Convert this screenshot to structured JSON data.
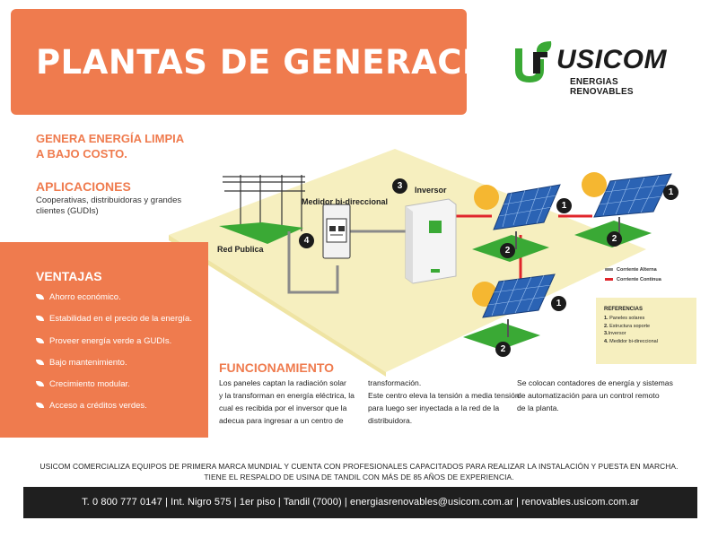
{
  "banner": {
    "title": "PLANTAS DE GENERACIÓN"
  },
  "logo": {
    "name": "USICOM",
    "subtitle": "ENERGIAS RENOVABLES"
  },
  "tagline": {
    "line1": "GENERA ENERGÍA LIMPIA",
    "line2": "A BAJO COSTO."
  },
  "aplicaciones": {
    "title": "APLICACIONES",
    "text": "Cooperativas, distribuidoras y grandes clientes (GUDIs)"
  },
  "ventajas": {
    "title": "VENTAJAS",
    "items": [
      "Ahorro económico.",
      "Estabilidad en el precio de la energía.",
      "Proveer energía verde a GUDIs.",
      "Bajo mantenimiento.",
      "Crecimiento modular.",
      "Acceso a créditos verdes."
    ]
  },
  "diagram": {
    "red_publica": "Red Publica",
    "medidor": "Medidor bi-direccional",
    "inversor": "Inversor",
    "badges": {
      "one": "1",
      "two": "2",
      "three": "3",
      "four": "4"
    }
  },
  "legend": {
    "items": [
      {
        "label": "Corriente Alterna",
        "color": "#8a8a8a"
      },
      {
        "label": "Corriente Continua",
        "color": "#e0252b"
      }
    ]
  },
  "referencias": {
    "title": "REFERENCIAS",
    "items": [
      {
        "num": "1.",
        "label": "Paneles solares"
      },
      {
        "num": "2.",
        "label": "Estructura soporte"
      },
      {
        "num": "3.",
        "label": "Inversor"
      },
      {
        "num": "4.",
        "label": "Medidor bi-direccional"
      }
    ]
  },
  "funcionamiento": {
    "title": "FUNCIONAMIENTO",
    "col1": [
      "Los paneles captan la radiación solar",
      "y la transforman en energía eléctrica, la",
      "cual es recibida por el inversor que la",
      "adecua para ingresar a un centro de"
    ],
    "col2": [
      "transformación.",
      "Este centro eleva la tensión a media tensión",
      "para luego ser inyectada a la red de la",
      "distribuidora."
    ],
    "col3": [
      "Se colocan contadores de energía y sistemas",
      "de automatización para un control remoto",
      "de la planta."
    ]
  },
  "note": {
    "line1": "USICOM COMERCIALIZA EQUIPOS DE PRIMERA MARCA MUNDIAL Y CUENTA CON PROFESIONALES CAPACITADOS PARA REALIZAR LA INSTALACIÓN Y PUESTA EN MARCHA.",
    "line2": "TIENE EL RESPALDO DE USINA DE TANDIL CON MÁS DE 85 AÑOS DE EXPERIENCIA."
  },
  "footer": {
    "text": "T. 0 800 777 0147  |  Int. Nigro 575  |  1er piso  |  Tandil (7000)  |  energiasrenovables@usicom.com.ar  |  renovables.usicom.com.ar"
  },
  "colors": {
    "brand_orange": "#ef7b4e",
    "brand_green": "#3aa935",
    "platform": "#f6efbf",
    "panel_blue": "#2b63b4",
    "sun": "#f5b731"
  }
}
